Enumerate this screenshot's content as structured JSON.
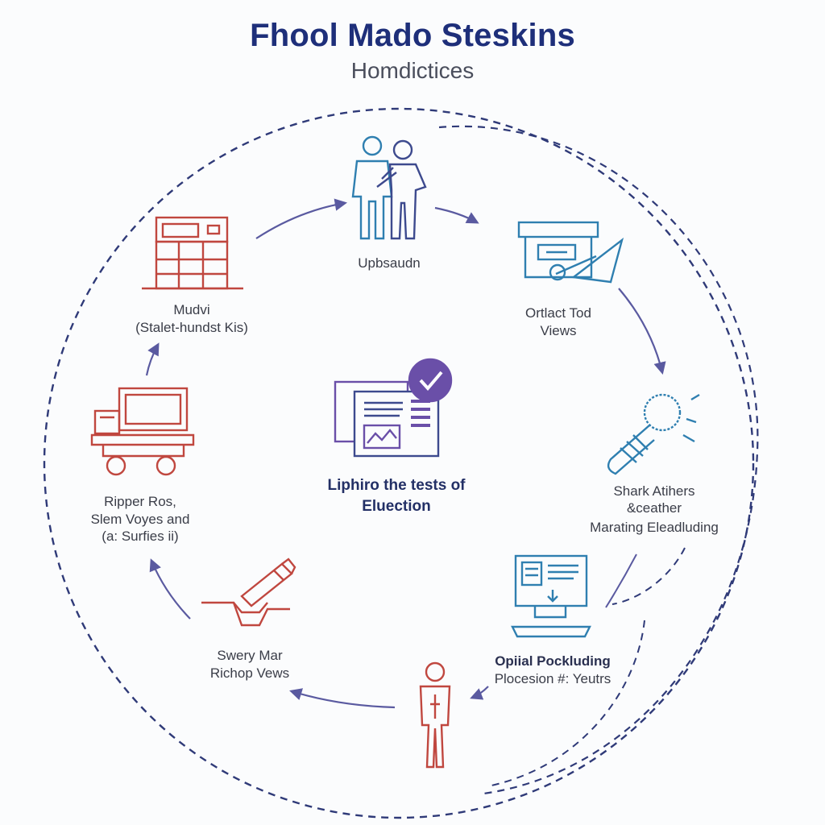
{
  "title": "Fhool Mado Steskins",
  "subtitle": "Homdictices",
  "center": {
    "line1": "Liphiro the tests of",
    "line2": "Eluection"
  },
  "nodes": {
    "top": {
      "line1": "Upbsaudn"
    },
    "upper_right": {
      "line1": "Ortlact Tod",
      "line2": "Views"
    },
    "right": {
      "line1": "Shark Atihers",
      "line2": "&ceather",
      "line3": "Marating Eleadluding"
    },
    "lower_right": {
      "line1": "Opiial Pockluding",
      "line2": "Plocesion #: Yeutrs"
    },
    "bottom_left": {
      "line1": "Swery Mar",
      "line2": "Richop Vews"
    },
    "left": {
      "line1": "Ripper Ros,",
      "line2": "Slem Voyes and",
      "line3": "(a: Surfies ii)"
    },
    "upper_left": {
      "line1": "Mudvi",
      "line2": "(Stalet-hundst Kis)"
    }
  },
  "colors": {
    "title": "#1e2f7a",
    "ring_dash": "#2f3a78",
    "arrow": "#5a5aa0",
    "red_icon": "#c0473f",
    "blue_icon": "#2f7fb0",
    "purple_icon": "#6a4fa8",
    "navy_icon": "#3d4a8e"
  },
  "icons": [
    "two-people-icon",
    "printer-document-icon",
    "microphone-icon",
    "computer-monitor-icon",
    "standing-person-icon",
    "pen-writing-icon",
    "computer-cart-icon",
    "cash-register-icon",
    "checked-documents-icon"
  ]
}
